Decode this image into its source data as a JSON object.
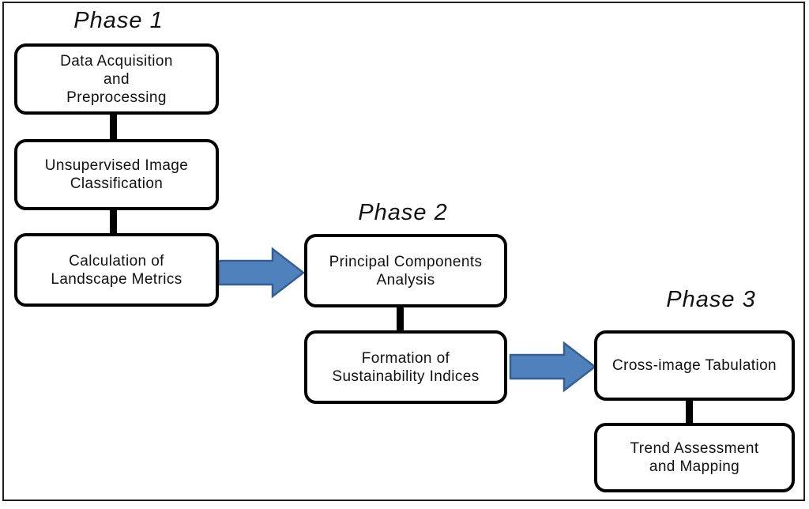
{
  "phases": [
    {
      "title": "Phase 1",
      "boxes": [
        {
          "lines": [
            "Data Acquisition",
            "and",
            "Preprocessing"
          ]
        },
        {
          "lines": [
            "Unsupervised Image",
            "Classification"
          ]
        },
        {
          "lines": [
            "Calculation of",
            "Landscape Metrics"
          ]
        }
      ]
    },
    {
      "title": "Phase 2",
      "boxes": [
        {
          "lines": [
            "Principal Components",
            "Analysis"
          ]
        },
        {
          "lines": [
            "Formation of",
            "Sustainability Indices"
          ]
        }
      ]
    },
    {
      "title": "Phase 3",
      "boxes": [
        {
          "lines": [
            "Cross-image Tabulation"
          ]
        },
        {
          "lines": [
            "Trend Assessment",
            "and Mapping"
          ]
        }
      ]
    }
  ],
  "arrows": [
    {
      "from": "Calculation of Landscape Metrics",
      "to": "Principal Components Analysis",
      "direction": "right"
    },
    {
      "from": "Formation of Sustainability Indices",
      "to": "Cross-image Tabulation",
      "direction": "right"
    }
  ],
  "colors": {
    "arrow_fill": "#4f81bd",
    "arrow_stroke": "#365f91",
    "box_border": "#000000",
    "box_fill": "#ffffff",
    "text": "#111111",
    "frame": "#1f1f1f",
    "background": "#ffffff"
  }
}
